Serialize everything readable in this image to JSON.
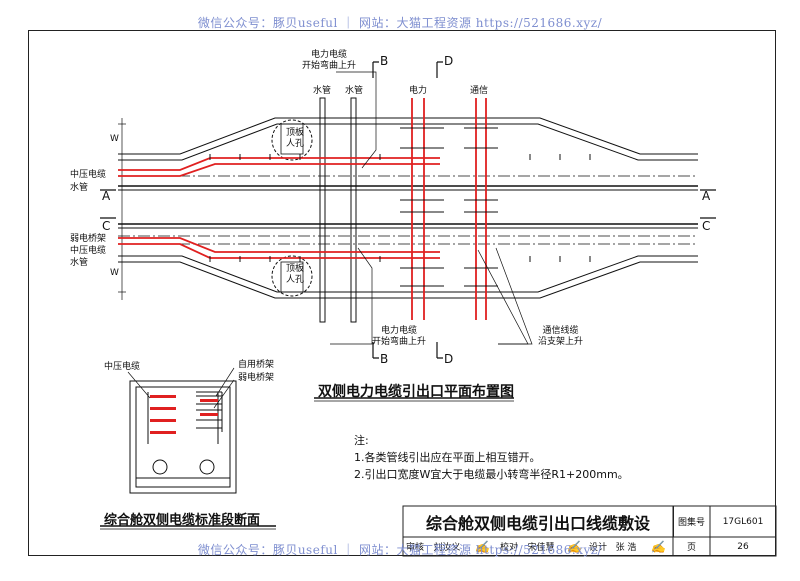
{
  "watermark": {
    "top": "微信公众号：豚贝useful ｜ 网站：大猫工程资源 https://521686.xyz/",
    "bottom": "微信公众号：豚贝useful ｜ 网站：大猫工程资源 https://521686.xyz/"
  },
  "plan": {
    "title": "双侧电力电缆引出口平面布置图",
    "callout_power_top": [
      "电力电缆",
      "开始弯曲上升"
    ],
    "callout_power_bottom": [
      "电力电缆",
      "开始弯曲上升"
    ],
    "callout_telecom": [
      "通信线缆",
      "沿支架上升"
    ],
    "pipe_labels": [
      "水管",
      "水管",
      "电力",
      "通信"
    ],
    "hatch_label": [
      "顶板",
      "人孔"
    ],
    "left_labels": [
      "中压电缆",
      "水管",
      "弱电桥架",
      "中压电缆",
      "水管"
    ],
    "dim_w": "W",
    "section_marks": {
      "a": "A",
      "b": "B",
      "c": "C",
      "d": "D"
    }
  },
  "section": {
    "title": "综合舱双侧电缆标准段断面",
    "label_mv": "中压电缆",
    "label_rack": "自用桥架",
    "label_weak": "弱电桥架"
  },
  "notes": {
    "heading": "注:",
    "items": [
      "1.各类管线引出应在平面上相互错开。",
      "2.引出口宽度W宜大于电缆最小转弯半径R1+200mm。"
    ]
  },
  "titleblock": {
    "title": "综合舱双侧电缆引出口线缆敷设",
    "atlas_label": "图集号",
    "atlas_no": "17GL601",
    "page_label": "页",
    "page_no": "26",
    "review": "审核",
    "review_name": "刘汝义",
    "check": "校对",
    "check_name": "宋佳慧",
    "design": "设计",
    "design_name": "张 浩"
  },
  "colors": {
    "cable": "#e02020",
    "line": "#111111",
    "watermark": "#7f8fd0"
  }
}
